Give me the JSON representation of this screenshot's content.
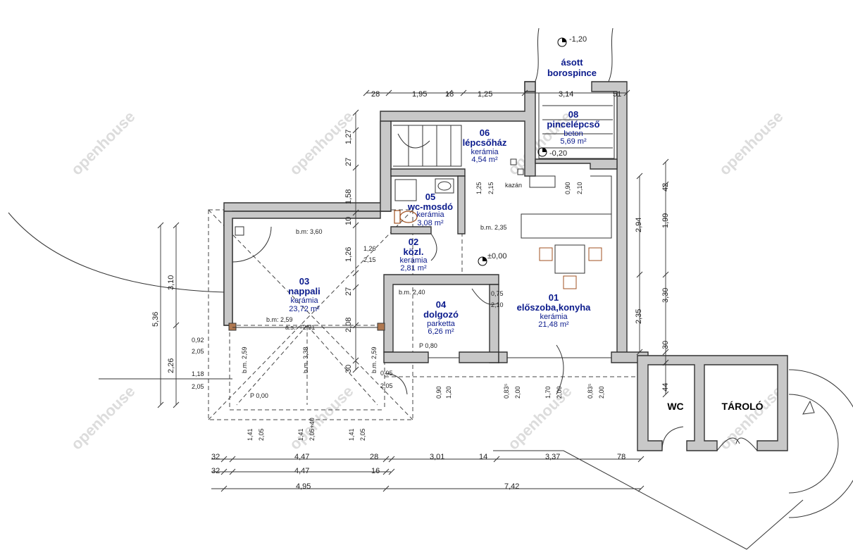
{
  "rooms": {
    "r03": {
      "num": "03",
      "name": "nappali",
      "material": "kerámia",
      "area": "23,72 m²",
      "height": "b.m: 3,60"
    },
    "r02": {
      "num": "02",
      "name": "közl.",
      "material": "kerámia",
      "area": "2,81 m²"
    },
    "r05": {
      "num": "05",
      "name": "wc-mosdó",
      "material": "kerámia",
      "area": "3,08 m²"
    },
    "r06": {
      "num": "06",
      "name": "lépcsőház",
      "material": "kerámia",
      "area": "4,54 m²"
    },
    "r08": {
      "num": "08",
      "name": "pincelépcső",
      "material": "beton",
      "area": "5,69 m²"
    },
    "r04": {
      "num": "04",
      "name": "dolgozó",
      "material": "parketta",
      "area": "6,26 m²",
      "height": "b.m. 2,40"
    },
    "r01": {
      "num": "01",
      "name": "előszoba,konyha",
      "material": "kerámia",
      "area": "21,48 m²",
      "height": "b.m. 2,35"
    },
    "cellar_line1": "ásott",
    "cellar_line2": "borospince",
    "wc": "WC",
    "storage": "TÁROLÓ",
    "kazan": "kazán"
  },
  "levels": {
    "cellar": "-1,20",
    "stair": "-0,20",
    "main": "±0,00"
  },
  "dims": {
    "top": [
      "28",
      "1,95",
      "18",
      "1,25",
      "3,14",
      "51"
    ],
    "bottom_row1": [
      "32",
      "4,47",
      "28",
      "3,01",
      "14",
      "3,37",
      "78"
    ],
    "bottom_row2": [
      "32",
      "4,47",
      "16"
    ],
    "bottom_row3": [
      "4,95",
      "7,42"
    ],
    "left_vertical": [
      "1,27",
      "27",
      "1,58",
      "10",
      "1,26",
      "27",
      "2,08",
      "30"
    ],
    "left_outer": [
      "3,10",
      "5,36",
      "2,26"
    ],
    "right_vertical": [
      "42",
      "1,99",
      "2,94",
      "3,30",
      "2,35",
      "30",
      "44"
    ],
    "misc": [
      "b.m: 2,59",
      "a.s.: +2,31",
      "P 0,00",
      "P 0,80",
      "1,26",
      "2,15",
      "0,75",
      "2,10",
      "1,25",
      "2,15",
      "0,90",
      "2,10",
      "0,92",
      "2,05",
      "1,18",
      "2,05",
      "0,95",
      "2,05",
      "0,90",
      "1,20",
      "0,83⁵",
      "2,00",
      "1,70",
      "2,00",
      "0,83⁵",
      "2,00",
      "1,41",
      "2,05",
      "1,41",
      "2,05+40",
      "1,41",
      "2,05",
      "b.m. 2,59",
      "b.m. 3,38",
      "b.m. 2,59"
    ]
  },
  "watermark": "openhouse"
}
